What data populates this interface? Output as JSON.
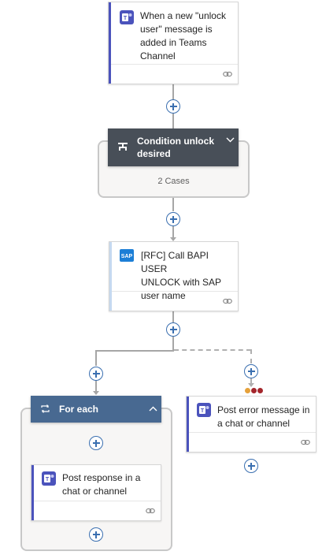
{
  "flow": {
    "trigger": {
      "title": "When a new \"unlock user\" message is added in Teams Channel",
      "lines": [
        "When a new \"unlock",
        "user\" message is",
        "added in Teams",
        "Channel"
      ],
      "icon": "teams-icon"
    },
    "condition": {
      "title_lines": [
        "Condition unlock",
        "desired"
      ],
      "cases_label": "2 Cases",
      "icon": "condition-icon"
    },
    "rfc_call": {
      "lines": [
        "[RFC] Call BAPI USER",
        "UNLOCK with SAP",
        "user name"
      ],
      "icon": "sap-icon"
    },
    "for_each": {
      "title": "For each",
      "icon": "loop-icon"
    },
    "post_response": {
      "lines": [
        "Post response in a",
        "chat or channel"
      ],
      "icon": "teams-icon"
    },
    "post_error": {
      "lines": [
        "Post error message in",
        "a chat or channel"
      ],
      "icon": "teams-icon"
    }
  },
  "colors": {
    "teams_accent": "#4b53bc",
    "sap_accent": "#c5d9f0",
    "condition_header": "#484f58",
    "foreach_header": "#486991",
    "plus_button": "#3a6fb0",
    "status_dots": [
      "#e6a13a",
      "#a4262c",
      "#a4262c"
    ]
  }
}
